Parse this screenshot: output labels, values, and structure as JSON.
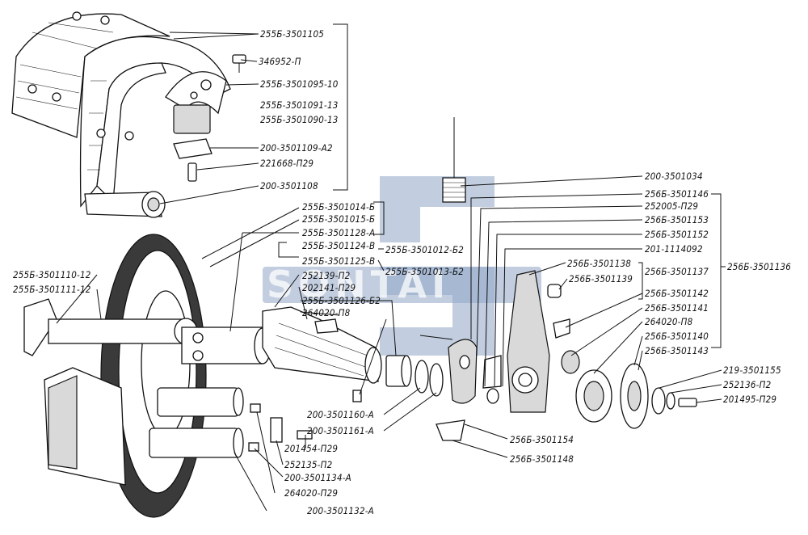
{
  "watermark": {
    "text": "SONTAI"
  },
  "labels": {
    "l1": "255Б-3501105",
    "l2": "346952-П",
    "l3": "255Б-3501095-10",
    "l4": "255Б-3501091-13",
    "l5": "255Б-3501090-13",
    "l6": "200-3501109-А2",
    "l7": "221668-П29",
    "l8": "200-3501108",
    "l9": "255Б-3501014-Б",
    "l10": "255Б-3501015-Б",
    "l11": "255Б-3501128-А",
    "l12": "255Б-3501124-В",
    "l13": "255Б-3501012-Б2",
    "l14": "255Б-3501125-В",
    "l15": "255Б-3501013-Б2",
    "l16": "252139-П2",
    "l17": "202141-П29",
    "l18": "255Б-3501126-Б2",
    "l19": "264020-П8",
    "l20": "255Б-3501110-12",
    "l21": "255Б-3501111-12",
    "l22": "200-3501160-А",
    "l23": "200-3501161-А",
    "l24": "201454-П29",
    "l25": "252135-П2",
    "l26": "200-3501134-А",
    "l27": "264020-П29",
    "l28": "200-3501132-А",
    "l29": "200-3501034",
    "l30": "256Б-3501146",
    "l31": "252005-П29",
    "l32": "256Б-3501153",
    "l33": "256Б-3501152",
    "l34": "201-1114092",
    "l35": "256Б-3501138",
    "l36": "256Б-3501137",
    "l37": "256Б-3501136",
    "l38": "256Б-3501139",
    "l39": "256Б-3501142",
    "l40": "256Б-3501141",
    "l41": "264020-П8",
    "l42": "256Б-3501140",
    "l43": "256Б-3501143",
    "l44": "219-3501155",
    "l45": "252136-П2",
    "l46": "201495-П29",
    "l47": "256Б-3501154",
    "l48": "256Б-3501148"
  }
}
